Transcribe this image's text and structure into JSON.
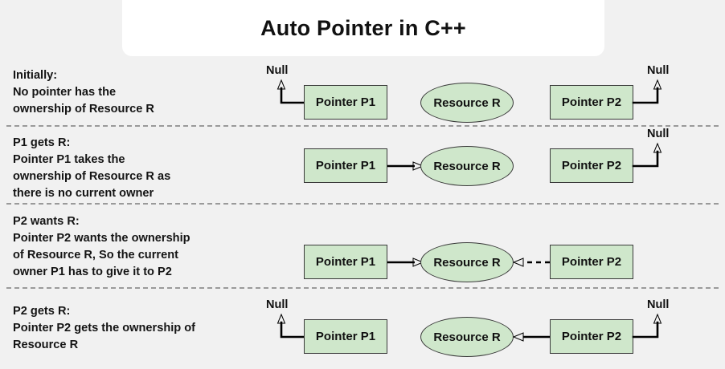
{
  "title": {
    "text": "Auto Pointer in C++"
  },
  "colors": {
    "background": "#f1f1f1",
    "title_card": "#ffffff",
    "node_fill": "#cfe7cb",
    "node_stroke": "#3a3a3a",
    "arrow": "#000000",
    "separator": "#9a9a9a",
    "text": "#111111"
  },
  "labels": {
    "pointer_p1": "Pointer P1",
    "pointer_p2": "Pointer P2",
    "resource_r": "Resource R",
    "null": "Null"
  },
  "rows": [
    {
      "id": "initially",
      "heading": "Initially:",
      "description": "No pointer has the\nownership of Resource R",
      "full_text": "Initially:\nNo pointer has the\nownership of Resource R",
      "p1_target": "Null",
      "p2_target": "Null",
      "p1_arrow_style": "solid",
      "p2_arrow_style": "solid",
      "resource_owner": "none"
    },
    {
      "id": "p1-gets-r",
      "heading": "P1 gets R:",
      "description": "Pointer P1 takes the\nownership of Resource R as\nthere is no current owner",
      "full_text": "P1 gets R:\nPointer P1 takes the\nownership of Resource R as\nthere is no current owner",
      "p1_target": "Resource R",
      "p2_target": "Null",
      "p1_arrow_style": "solid",
      "p2_arrow_style": "solid",
      "resource_owner": "P1"
    },
    {
      "id": "p2-wants-r",
      "heading": "P2 wants R:",
      "description": "Pointer P2 wants the ownership\nof Resource R, So the current\nowner P1 has to give it to P2",
      "full_text": "P2 wants R:\nPointer P2 wants the ownership\nof Resource R, So the current\nowner P1 has to give it to P2",
      "p1_target": "Resource R",
      "p2_target": "Resource R",
      "p1_arrow_style": "solid",
      "p2_arrow_style": "dashed",
      "resource_owner": "P1"
    },
    {
      "id": "p2-gets-r",
      "heading": "P2 gets R:",
      "description": "Pointer P2 gets the ownership of\nResource R",
      "full_text": "P2 gets R:\nPointer P2 gets the ownership of\nResource R",
      "p1_target": "Null",
      "p2_target": "Resource R",
      "p1_arrow_style": "solid",
      "p2_arrow_style": "solid",
      "resource_owner": "P2"
    }
  ]
}
